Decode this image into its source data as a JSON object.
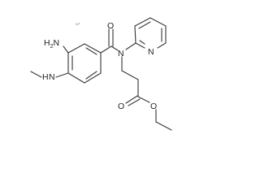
{
  "structure": {
    "labels": {
      "amino": "H2N",
      "amino_parts": {
        "h": "H",
        "sub": "2",
        "n": "N"
      },
      "methylamino_h": "H",
      "methylamino_n": "N",
      "carbonyl_oxygen": "O",
      "amide_nitrogen": "N",
      "pyridine_nitrogen": "N",
      "ester_carbonyl_oxygen": "O",
      "ester_oxygen": "O",
      "stray_mark": "↵"
    }
  }
}
